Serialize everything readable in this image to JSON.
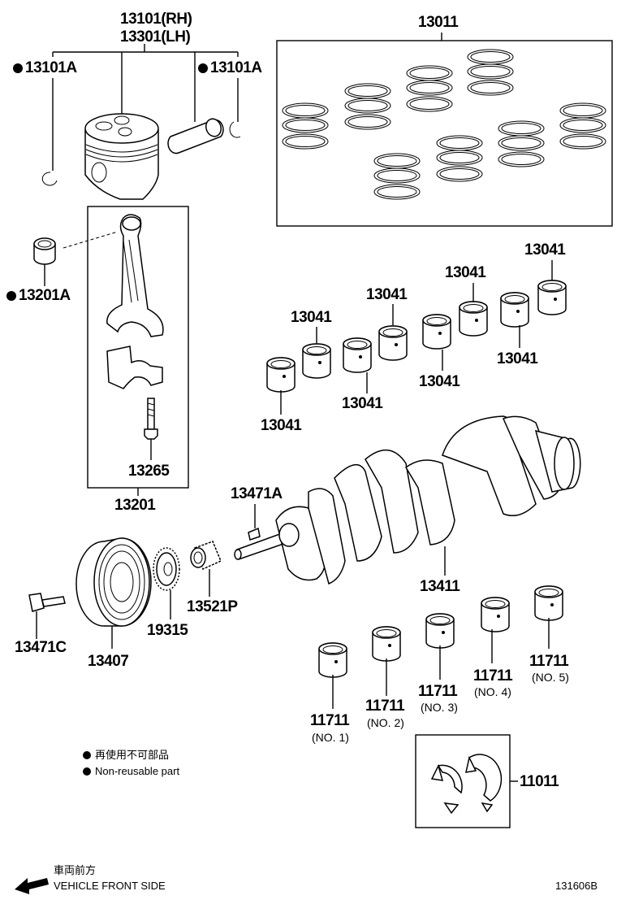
{
  "labels": {
    "piston_rh": "13101(RH)",
    "piston_lh": "13301(LH)",
    "snap_ring_left": "13101A",
    "snap_ring_right": "13101A",
    "ring_set": "13011",
    "bushing": "13201A",
    "rod_bolt": "13265",
    "rod_assy": "13201",
    "rod_bearing": "13041",
    "key": "13471A",
    "crankshaft": "13411",
    "timing_gear": "19315",
    "sprocket": "13521P",
    "pulley": "13407",
    "pulley_bolt": "13471C",
    "main_bearing": "11711",
    "thrust_washer": "11011",
    "no1": "(NO. 1)",
    "no2": "(NO. 2)",
    "no3": "(NO. 3)",
    "no4": "(NO. 4)",
    "no5": "(NO. 5)"
  },
  "legend": {
    "jp": "再使用不可部品",
    "en": "Non-reusable part"
  },
  "footer": {
    "direction_jp": "車両前方",
    "direction_en": "VEHICLE FRONT SIDE",
    "figure_code": "131606B"
  }
}
